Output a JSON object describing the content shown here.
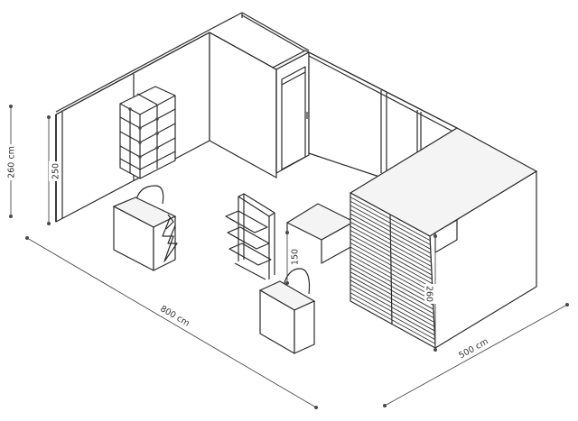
{
  "dimensions": {
    "wall_height_outer": "260 cm",
    "wall_height_inner": "250",
    "length": "800 cm",
    "width": "500 cm",
    "counter_height": "150",
    "storage_height": "260"
  }
}
